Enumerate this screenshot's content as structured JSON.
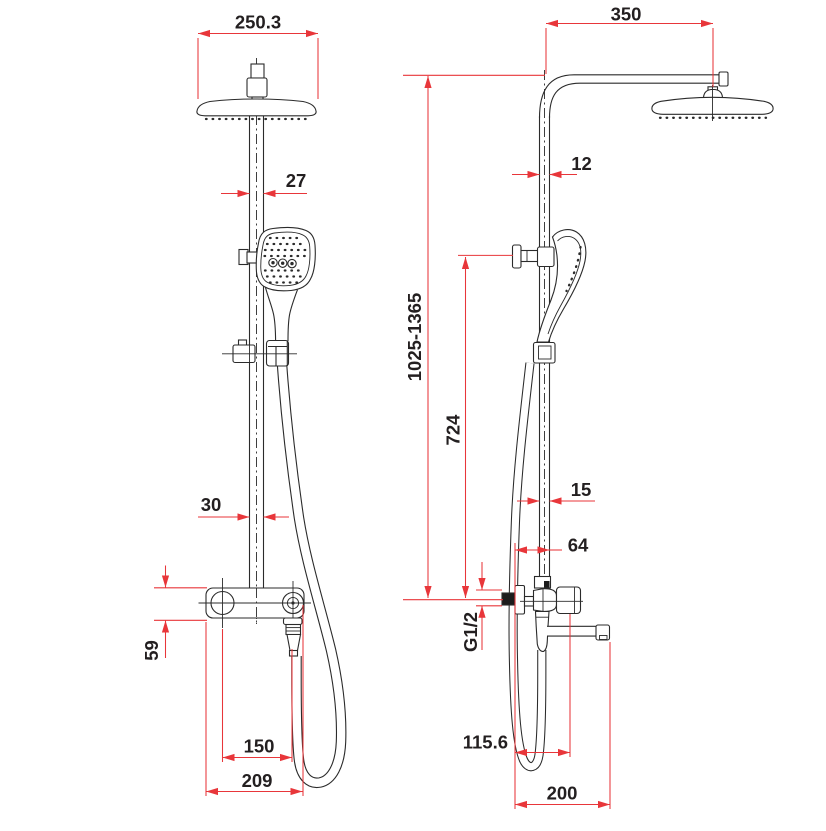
{
  "drawing": {
    "title": "Shower column technical dimension drawing",
    "colors": {
      "dimension_red": "#e8363a",
      "line_black": "#2b2b2b",
      "background": "#ffffff"
    },
    "front_view": {
      "head_width": "250.3",
      "upper_pipe_width": "27",
      "lower_pipe_width": "30",
      "valve_height": "59",
      "outlet_spacing": "150",
      "valve_width": "209"
    },
    "side_view": {
      "arm_reach": "350",
      "arm_pipe_diameter": "12",
      "column_height_range": "1025-1365",
      "slide_height": "724",
      "pipe_offset": "15",
      "bracket_offset": "64",
      "inlet_thread": "G1/2",
      "valve_depth": "115.6",
      "spout_reach": "200"
    }
  }
}
